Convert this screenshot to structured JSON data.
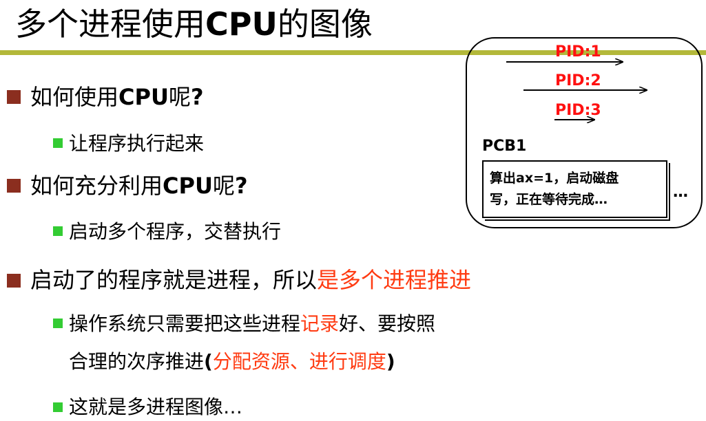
{
  "title": {
    "part1": "多个进程使用",
    "part2": "CPU",
    "part3": "的图像"
  },
  "bullets": {
    "b1": {
      "pre": "如何使用",
      "bold": "CPU",
      "post": "呢",
      "mark": "?"
    },
    "b1_sub": "让程序执行起来",
    "b2": {
      "pre": "如何充分利用",
      "bold": "CPU",
      "post": "呢",
      "mark": "?"
    },
    "b2_sub": "启动多个程序，交替执行",
    "b3": {
      "pre": "启动了的程序就是进程，所以",
      "red": "是多个进程推进"
    },
    "b3_sub1": {
      "line1_pre": "操作系统只需要把这些进程",
      "line1_red": "记录",
      "line1_post": "好、要按照",
      "line2_pre": "合理的次序推进",
      "line2_open": "(",
      "line2_red": "分配资源、进行调度",
      "line2_close": ")"
    },
    "b3_sub2": "这就是多进程图像…"
  },
  "diagram": {
    "pids": [
      "PID:1",
      "PID:2",
      "PID:3"
    ],
    "pcb_label": "PCB1",
    "pcb_line1": "算出ax=1，启动磁盘",
    "pcb_line2": "写，正在等待完成…",
    "ellipsis": "…"
  },
  "colors": {
    "accent_red": "#ff3b12",
    "bullet_square": "#8b2e1f",
    "sub_bullet_square": "#33cc33",
    "title_rule": "#b3b83a"
  }
}
